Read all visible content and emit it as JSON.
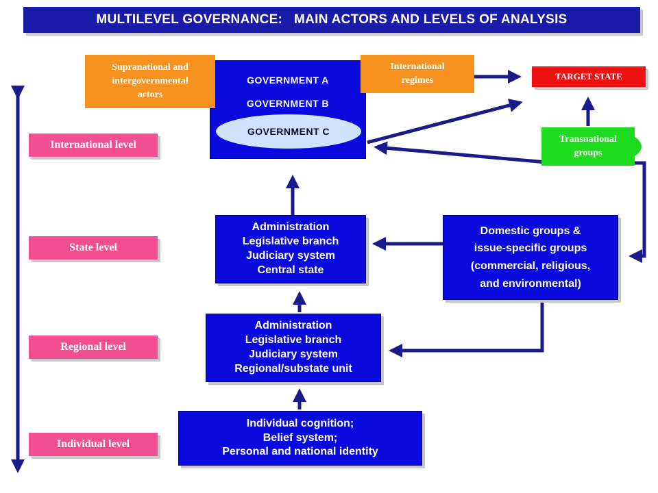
{
  "title": "MULTILEVEL GOVERNANCE:   MAIN ACTORS AND LEVELS OF ANALYSIS",
  "levels": {
    "international": "International level",
    "state": "State level",
    "regional": "Regional level",
    "individual": "Individual level"
  },
  "supranational": [
    "Supranational and",
    "intergovernmental",
    "actors"
  ],
  "governments": {
    "a": "GOVERNMENT A",
    "b": "GOVERNMENT B",
    "c": "GOVERNMENT C"
  },
  "regimes": [
    "International",
    "regimes"
  ],
  "target_state": "TARGET STATE",
  "transnational": [
    "Transnational",
    "groups"
  ],
  "state_box": [
    "Administration",
    "Legislative branch",
    "Judiciary system",
    "Central state"
  ],
  "domestic_box": [
    "Domestic groups &",
    "issue-specific groups",
    "(commercial, religious,",
    "and environmental)"
  ],
  "regional_box": [
    "Administration",
    "Legislative branch",
    "Judiciary system",
    "Regional/substate unit"
  ],
  "individual_box": [
    "Individual cognition;",
    "Belief system;",
    "Personal and national identity"
  ],
  "colors": {
    "title_bg": "#1a1aa8",
    "level_pink": "#f24f93",
    "actor_orange": "#f79220",
    "box_blue": "#0a0ade",
    "target_red": "#ee1111",
    "transnational_green": "#1ddc1d",
    "arrow_navy": "#1a1a8c"
  }
}
